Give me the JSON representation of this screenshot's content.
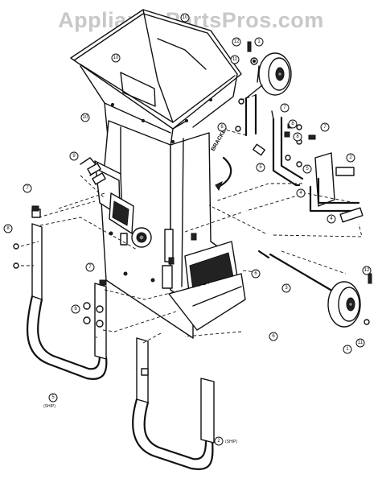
{
  "watermark": "AppliancePartsPros.com",
  "bracket_label": "BRACKET",
  "callouts": [
    {
      "id": "c-hopper",
      "label": "10"
    },
    {
      "id": "c-hopper-inner",
      "label": "10"
    },
    {
      "id": "c-body",
      "label": "10"
    },
    {
      "id": "c-12",
      "label": "12"
    },
    {
      "id": "c-11a",
      "label": "11"
    },
    {
      "id": "c-1a",
      "label": "1"
    },
    {
      "id": "c-7a",
      "label": "7"
    },
    {
      "id": "c-7b",
      "label": "7"
    },
    {
      "id": "c-6a",
      "label": "6"
    },
    {
      "id": "c-8a",
      "label": "8"
    },
    {
      "id": "c-8b",
      "label": "8"
    },
    {
      "id": "c-5a",
      "label": "5"
    },
    {
      "id": "c-5b",
      "label": "5"
    },
    {
      "id": "c-2",
      "label": "2"
    },
    {
      "id": "c-4a",
      "label": "4"
    },
    {
      "id": "c-4b",
      "label": "4"
    },
    {
      "id": "c-9",
      "label": "9"
    },
    {
      "id": "c-7c",
      "label": "7"
    },
    {
      "id": "c-7d",
      "label": "7"
    },
    {
      "id": "c-8c",
      "label": "8"
    },
    {
      "id": "c-8d",
      "label": "8"
    },
    {
      "id": "c-6b",
      "label": "6"
    },
    {
      "id": "c-6c",
      "label": "6"
    },
    {
      "id": "c-3",
      "label": "3"
    },
    {
      "id": "c-11b",
      "label": "11"
    },
    {
      "id": "c-12b",
      "label": "12"
    },
    {
      "id": "c-1b",
      "label": "1"
    },
    {
      "id": "c-5c",
      "label": "5"
    },
    {
      "id": "c-2b",
      "label": "2"
    }
  ],
  "handle_left_note": "(SHIP)",
  "handle_right_note": "(SHIP)"
}
